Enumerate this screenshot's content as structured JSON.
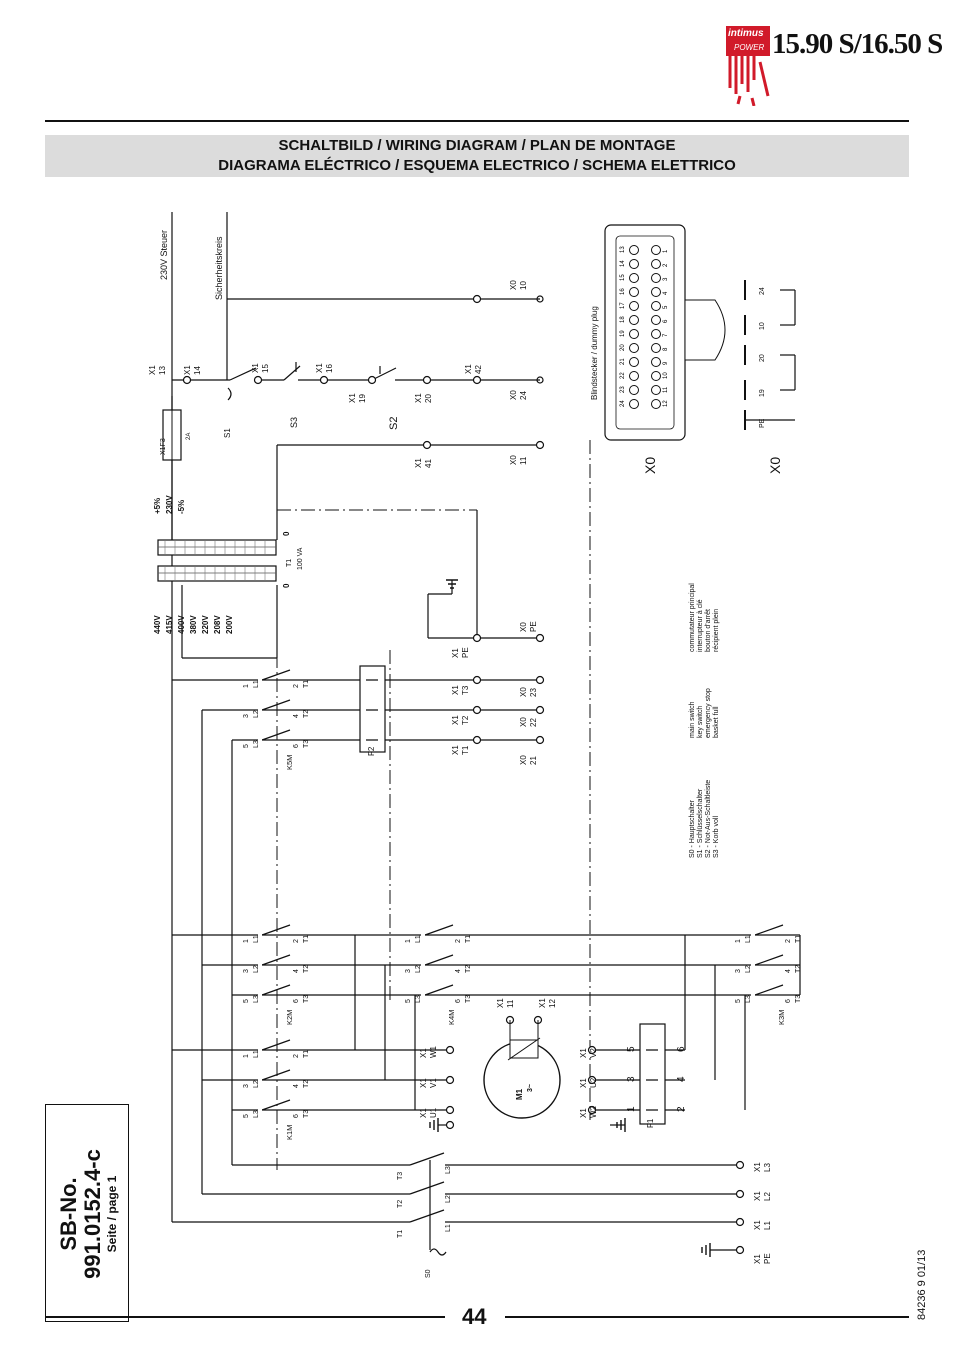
{
  "logo": {
    "brand": "intimus",
    "sub": "POWER"
  },
  "header": {
    "model": "15.90 S/16.50 S",
    "title_line1": "SCHALTBILD / WIRING DIAGRAM / PLAN DE MONTAGE",
    "title_line2": "DIAGRAMA ELÉCTRICO / ESQUEMA ELECTRICO / SCHEMA ELETTRICO"
  },
  "footer": {
    "page_number": "44",
    "doc_ref": "84236 9 01/13",
    "sb_title": "SB-No.",
    "sb_number": "991.0152.4-c",
    "sb_page": "Seite / page 1"
  },
  "labels": {
    "steuer": "230V Steuer",
    "sicherheit": "Sicherheitskreis",
    "dummy": "Blindstecker / dummy plug",
    "x0": "X0",
    "x1": "X1",
    "fuse": "X1F3",
    "fuse_rating": "2A",
    "transformer": "T1",
    "transformer_va": "100 VA",
    "motor": "M1",
    "motor_phase": "3~",
    "pe": "PE",
    "s0": "S0",
    "s1": "S1",
    "s2": "S2",
    "s3": "S3",
    "f1": "F1",
    "f2": "F2",
    "k1m": "K1M",
    "k2m": "K2M",
    "k3m": "K3M",
    "k4m": "K4M",
    "k5m": "K5M",
    "zero": "0"
  },
  "primary_taps": [
    "440V",
    "415V",
    "400V",
    "380V",
    "220V",
    "208V",
    "200V"
  ],
  "secondary_taps": [
    "+5%",
    "230V",
    "-5%"
  ],
  "legend_de": [
    "S0 - Hauptschalter",
    "S1 - Schlüsselschalter",
    "S2 - Not-Aus-Schaltleiste",
    "S3 - Korb voll"
  ],
  "legend_en": [
    "main switch",
    "key switch",
    "emergency stop",
    "basket full"
  ],
  "legend_fr": [
    "commutateur principal",
    "interrupteur à clé",
    "bouton d'arrêt",
    "récipient plein"
  ],
  "terminals": {
    "control_x1": [
      "13",
      "14",
      "15",
      "16",
      "19",
      "20",
      "41",
      "42"
    ],
    "control_x0": [
      "10",
      "24",
      "11"
    ],
    "plug_x0": [
      "PE",
      "19",
      "20",
      "10",
      "24"
    ],
    "aux_x1": [
      "T1",
      "T2",
      "T3",
      "PE"
    ],
    "aux_x0": [
      "21",
      "22",
      "23",
      "PE"
    ],
    "motor_x1": [
      "U1",
      "V1",
      "W1",
      "U2",
      "V2",
      "W2"
    ],
    "thermal_x1": [
      "11",
      "12"
    ],
    "main_x1": [
      "PE",
      "L1",
      "L2",
      "L3"
    ],
    "contactor_top": [
      "1",
      "3",
      "5"
    ],
    "contactor_top_l": [
      "L1",
      "L2",
      "L3"
    ],
    "contactor_bottom": [
      "2",
      "4",
      "6"
    ],
    "contactor_bottom_t": [
      "T1",
      "T2",
      "T3"
    ],
    "f1_pins": [
      "1",
      "3",
      "5",
      "2",
      "4",
      "6"
    ]
  },
  "pin_rows": [
    [
      "13",
      "1"
    ],
    [
      "14",
      "2"
    ],
    [
      "15",
      "3"
    ],
    [
      "16",
      "4"
    ],
    [
      "17",
      "5"
    ],
    [
      "18",
      "6"
    ],
    [
      "19",
      "7"
    ],
    [
      "20",
      "8"
    ],
    [
      "21",
      "9"
    ],
    [
      "22",
      "10"
    ],
    [
      "23",
      "11"
    ],
    [
      "24",
      "12"
    ]
  ]
}
